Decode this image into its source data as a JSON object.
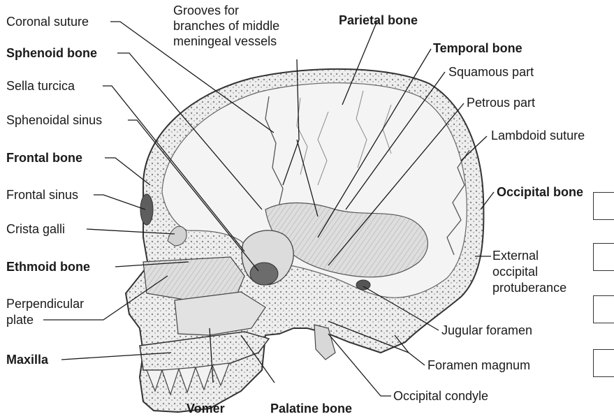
{
  "figure": {
    "labels": {
      "coronal_suture": "Coronal suture",
      "grooves_line1": "Grooves for",
      "grooves_line2": "branches of middle",
      "grooves_line3": "meningeal vessels",
      "parietal_bone": "Parietal bone",
      "sphenoid_bone": "Sphenoid bone",
      "temporal_bone": "Temporal bone",
      "sella_turcica": "Sella turcica",
      "squamous_part": "Squamous part",
      "petrous_part": "Petrous part",
      "sphenoidal_sinus": "Sphenoidal sinus",
      "lambdoid_suture": "Lambdoid suture",
      "frontal_bone": "Frontal bone",
      "occipital_bone": "Occipital bone",
      "frontal_sinus": "Frontal sinus",
      "crista_galli": "Crista galli",
      "ext_occ_line1": "External",
      "ext_occ_line2": "occipital",
      "ext_occ_line3": "protuberance",
      "ethmoid_bone": "Ethmoid bone",
      "perpendicular_line1": "Perpendicular",
      "perpendicular_line2": "plate",
      "jugular_foramen": "Jugular foramen",
      "maxilla": "Maxilla",
      "foramen_magnum": "Foramen magnum",
      "occipital_condyle": "Occipital condyle",
      "vomer": "Vomer",
      "palatine_bone": "Palatine bone"
    },
    "answer_boxes": 4
  }
}
